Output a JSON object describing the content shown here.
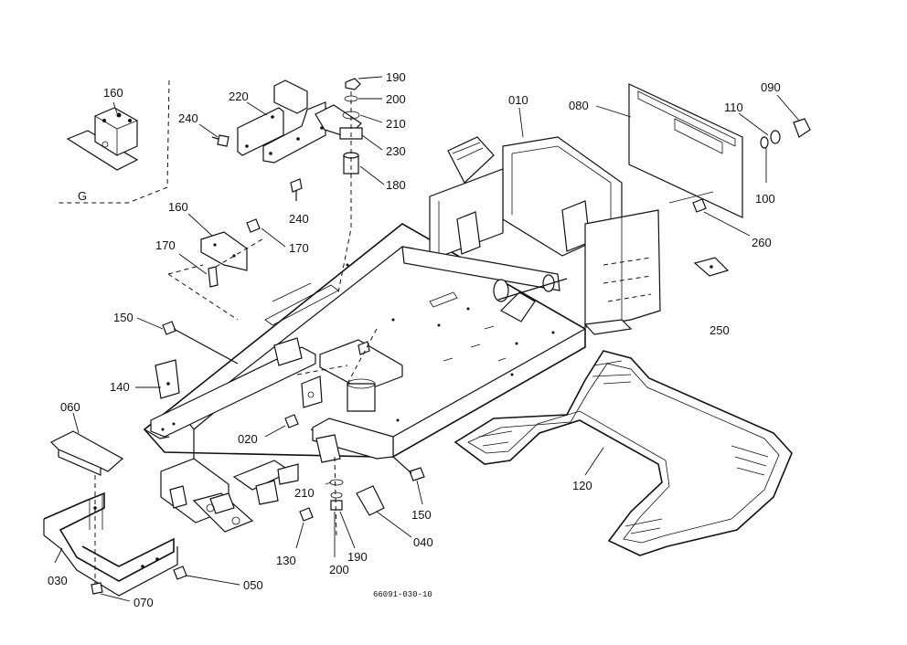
{
  "figure_code": "66091-030-10",
  "view_label": "G",
  "callouts": [
    {
      "id": "c160a",
      "text": "160"
    },
    {
      "id": "c220",
      "text": "220"
    },
    {
      "id": "c240a",
      "text": "240"
    },
    {
      "id": "c190a",
      "text": "190"
    },
    {
      "id": "c200a",
      "text": "200"
    },
    {
      "id": "c210a",
      "text": "210"
    },
    {
      "id": "c230",
      "text": "230"
    },
    {
      "id": "c180",
      "text": "180"
    },
    {
      "id": "c240b",
      "text": "240"
    },
    {
      "id": "c010",
      "text": "010"
    },
    {
      "id": "c080",
      "text": "080"
    },
    {
      "id": "c090",
      "text": "090"
    },
    {
      "id": "c110",
      "text": "110"
    },
    {
      "id": "c100",
      "text": "100"
    },
    {
      "id": "c260",
      "text": "260"
    },
    {
      "id": "c160b",
      "text": "160"
    },
    {
      "id": "c170a",
      "text": "170"
    },
    {
      "id": "c170b",
      "text": "170"
    },
    {
      "id": "c150a",
      "text": "150"
    },
    {
      "id": "c250",
      "text": "250"
    },
    {
      "id": "c140",
      "text": "140"
    },
    {
      "id": "c060",
      "text": "060"
    },
    {
      "id": "c020",
      "text": "020"
    },
    {
      "id": "c120",
      "text": "120"
    },
    {
      "id": "c210b",
      "text": "210"
    },
    {
      "id": "c150b",
      "text": "150"
    },
    {
      "id": "c040",
      "text": "040"
    },
    {
      "id": "c200b",
      "text": "200"
    },
    {
      "id": "c130",
      "text": "130"
    },
    {
      "id": "c190b",
      "text": "190"
    },
    {
      "id": "c030",
      "text": "030"
    },
    {
      "id": "c050",
      "text": "050"
    },
    {
      "id": "c070",
      "text": "070"
    }
  ]
}
